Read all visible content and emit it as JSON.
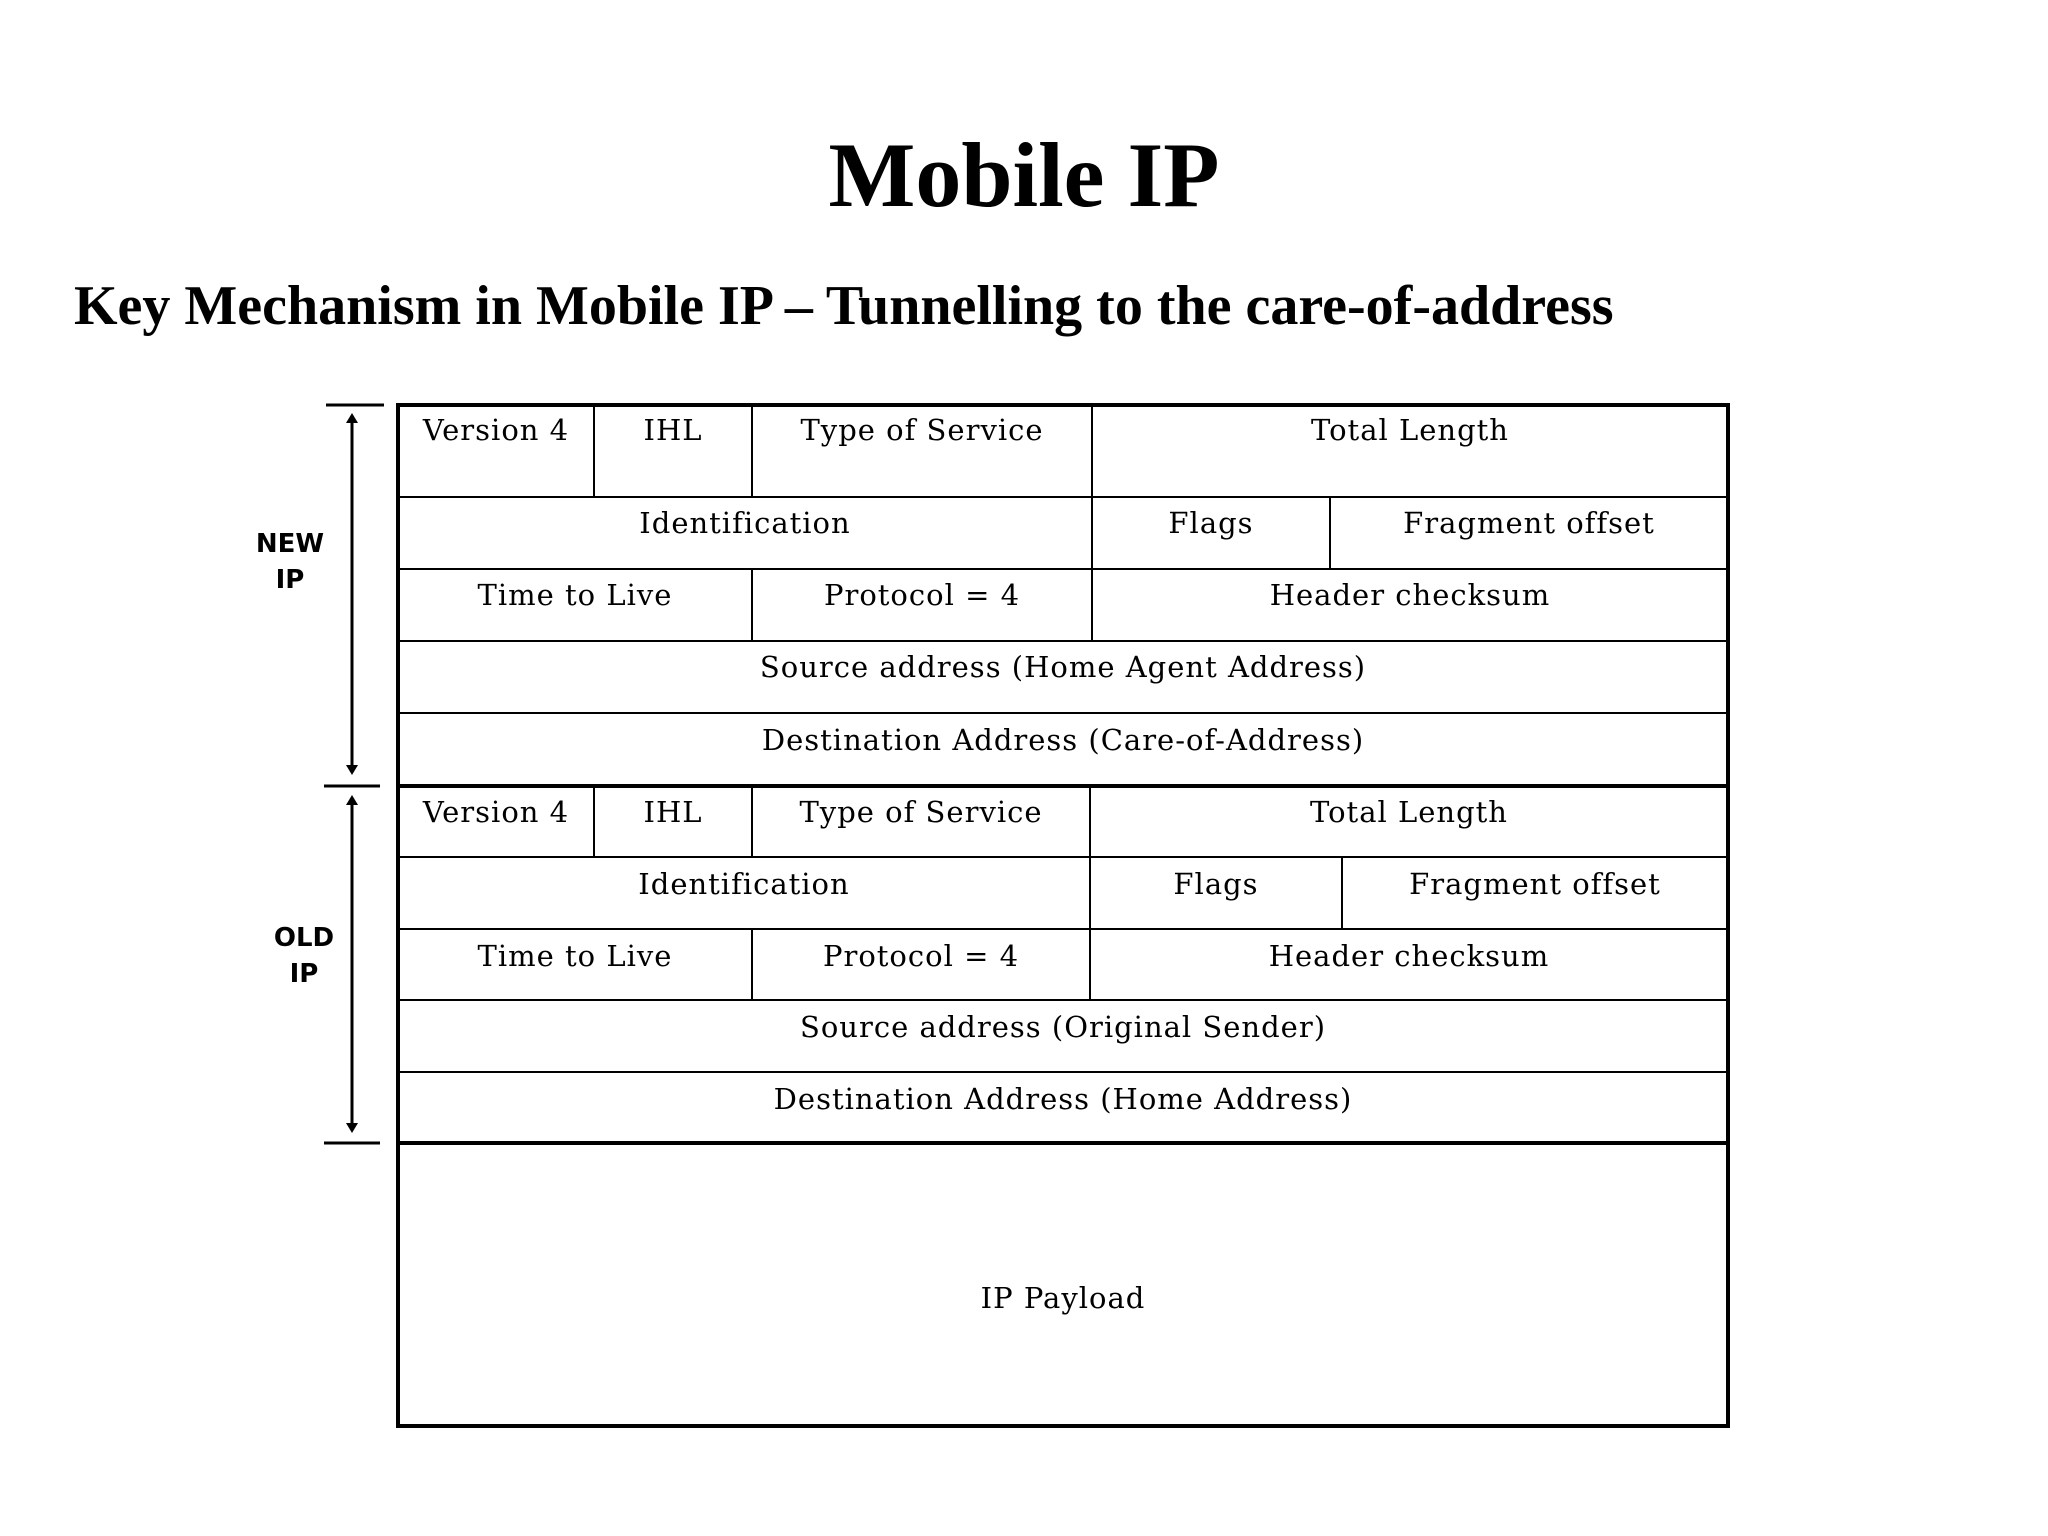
{
  "title": "Mobile IP",
  "subtitle": "Key Mechanism in Mobile IP – Tunnelling to the care-of-address",
  "side_labels": {
    "new_ip": [
      "NEW",
      "IP"
    ],
    "old_ip": [
      "OLD",
      "IP"
    ]
  },
  "new_header": {
    "version": "Version 4",
    "ihl": "IHL",
    "tos": "Type of Service",
    "total_length": "Total Length",
    "identification": "Identification",
    "flags": "Flags",
    "fragment_offset": "Fragment offset",
    "ttl": "Time to Live",
    "protocol": "Protocol = 4",
    "checksum": "Header checksum",
    "source": "Source address (Home Agent Address)",
    "destination": "Destination Address (Care-of-Address)"
  },
  "old_header": {
    "version": "Version 4",
    "ihl": "IHL",
    "tos": "Type of Service",
    "total_length": "Total Length",
    "identification": "Identification",
    "flags": "Flags",
    "fragment_offset": "Fragment offset",
    "ttl": "Time to Live",
    "protocol": "Protocol = 4",
    "checksum": "Header checksum",
    "source": "Source address (Original Sender)",
    "destination": "Destination Address (Home Address)"
  },
  "payload": "IP Payload"
}
